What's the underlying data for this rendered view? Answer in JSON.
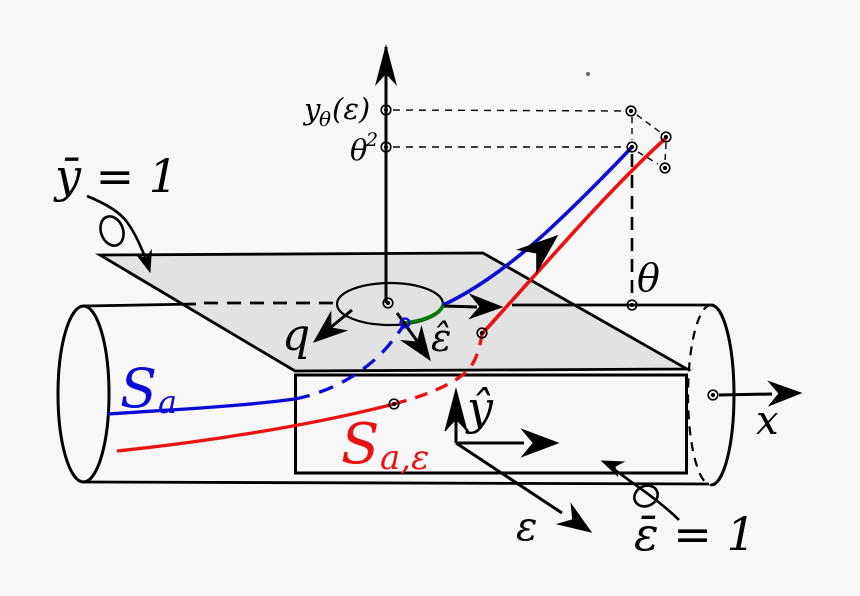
{
  "figure": {
    "colors": {
      "background": "#f7f7f7",
      "ink": "#000000",
      "plane_fill": "#e2e2e2",
      "curve_sa_blue": "#0b0bd6",
      "curve_sae_red": "#ec1111",
      "arc_green": "#007a00"
    },
    "labels": {
      "plane": "ȳ = 1",
      "slab": "ε̄ = 1",
      "y_theta": {
        "base": "y",
        "sub": "θ",
        "args": "(ε)"
      },
      "theta_squared": {
        "base": "θ",
        "sup": "2"
      },
      "theta": "θ",
      "q": "q",
      "epsilon_hat": "ε̂",
      "y_hat": "ŷ",
      "epsilon": "ε",
      "x": "x",
      "S_a": {
        "base": "S",
        "sub": "a"
      },
      "S_a_eps": {
        "base": "S",
        "sub": "a,ε"
      }
    }
  }
}
